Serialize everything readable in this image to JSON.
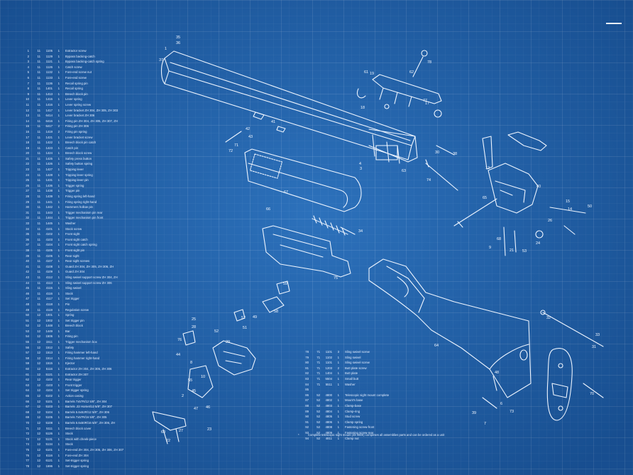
{
  "parts": [
    [
      "1",
      "11",
      "1105",
      "1",
      "Extractor screw"
    ],
    [
      "2",
      "11",
      "1129",
      "1",
      "Bypass backing-catch"
    ],
    [
      "3",
      "11",
      "1121",
      "1",
      "Bypass backing-catch spring"
    ],
    [
      "4",
      "11",
      "1126",
      "1",
      "Catch screw"
    ],
    [
      "5",
      "11",
      "1132",
      "1",
      "Fore-end screw nut"
    ],
    [
      "6",
      "11",
      "1133",
      "1",
      "Fore-end screw"
    ],
    [
      "7",
      "11",
      "1136",
      "1",
      "Recoil spring pin"
    ],
    [
      "8",
      "11",
      "1401",
      "1",
      "Recoil spring"
    ],
    [
      "9",
      "11",
      "1413",
      "1",
      "Breech block pin"
    ],
    [
      "10",
      "11",
      "1415",
      "1",
      "Lever spring"
    ],
    [
      "11",
      "11",
      "1416",
      "1",
      "Lever spring screw"
    ],
    [
      "12",
      "11",
      "1417",
      "1",
      "Lever bracket ZH 304, ZH 305, ZH 303"
    ],
    [
      "13",
      "11",
      "6414",
      "1",
      "Lever bracket ZH 306"
    ],
    [
      "14",
      "11",
      "6416",
      "1",
      "Firing pin ZH 304, ZH 305, ZH 307, ZH"
    ],
    [
      "15",
      "11",
      "6417",
      "2",
      "Firing pin ZH 306"
    ],
    [
      "16",
      "11",
      "1419",
      "2",
      "Firing pin spring"
    ],
    [
      "17",
      "11",
      "1421",
      "1",
      "Lever bracket screw"
    ],
    [
      "18",
      "11",
      "1422",
      "1",
      "Breech block pin catch"
    ],
    [
      "19",
      "11",
      "1423",
      "1",
      "Catch pin"
    ],
    [
      "20",
      "11",
      "1424",
      "1",
      "Breech block screw"
    ],
    [
      "21",
      "11",
      "1425",
      "1",
      "Safety press button"
    ],
    [
      "22",
      "11",
      "1426",
      "1",
      "Safety button spring"
    ],
    [
      "23",
      "11",
      "1427",
      "1",
      "Tripping lever"
    ],
    [
      "24",
      "11",
      "1428",
      "1",
      "Tripping lever spring"
    ],
    [
      "25",
      "11",
      "1431",
      "1",
      "Tripping lever pin"
    ],
    [
      "26",
      "11",
      "1436",
      "1",
      "Trigger spring"
    ],
    [
      "27",
      "11",
      "1438",
      "1",
      "Trigger pin"
    ],
    [
      "28",
      "11",
      "1439",
      "1",
      "Firing spring left-hand"
    ],
    [
      "29",
      "11",
      "1441",
      "1",
      "Firing spring right-hand"
    ],
    [
      "30",
      "11",
      "1442",
      "1",
      "Hammers hollow pin"
    ],
    [
      "31",
      "11",
      "1443",
      "1",
      "Trigger mechanism pin rear"
    ],
    [
      "32",
      "11",
      "1444",
      "1",
      "Trigger mechanism pin front"
    ],
    [
      "33",
      "11",
      "1445",
      "1",
      "Washer"
    ],
    [
      "34",
      "11",
      "4101",
      "1",
      "Stock screw"
    ],
    [
      "35",
      "11",
      "4102",
      "1",
      "Front sight"
    ],
    [
      "36",
      "11",
      "4103",
      "1",
      "Front sight catch"
    ],
    [
      "37",
      "11",
      "4104",
      "1",
      "Front sight catch spring"
    ],
    [
      "38",
      "11",
      "4105",
      "1",
      "Front sight pin"
    ],
    [
      "39",
      "11",
      "4106",
      "1",
      "Rear sight"
    ],
    [
      "40",
      "11",
      "4107",
      "1",
      "Rear sight screws"
    ],
    [
      "41",
      "11",
      "4108",
      "1",
      "Guard ZH 304, ZH 305, ZH 306, ZH"
    ],
    [
      "42",
      "11",
      "4109",
      "1",
      "Guard ZH 304"
    ],
    [
      "43",
      "11",
      "4112",
      "1",
      "Sling swivel support screw ZH 304, ZH"
    ],
    [
      "44",
      "11",
      "4113",
      "1",
      "Sling swivel support screw ZH 306"
    ],
    [
      "45",
      "11",
      "4115",
      "1",
      "Sling swivel"
    ],
    [
      "46",
      "11",
      "4116",
      "1",
      "Stock"
    ],
    [
      "47",
      "11",
      "4117",
      "1",
      "Set trigger"
    ],
    [
      "48",
      "11",
      "4118",
      "1",
      "Pin"
    ],
    [
      "49",
      "11",
      "4119",
      "1",
      "Regulation screw"
    ],
    [
      "50",
      "12",
      "1001",
      "1",
      "Spring"
    ],
    [
      "51",
      "12",
      "1002",
      "1",
      "Set trigger pin"
    ],
    [
      "52",
      "12",
      "1448",
      "1",
      "Breech block"
    ],
    [
      "53",
      "12",
      "1449",
      "1",
      "Bar"
    ],
    [
      "54",
      "12",
      "1506",
      "1",
      "Firing pin"
    ],
    [
      "55",
      "12",
      "1511",
      "1",
      "Trigger mechanism box"
    ],
    [
      "56",
      "12",
      "1512",
      "1",
      "Safety"
    ],
    [
      "57",
      "12",
      "1513",
      "1",
      "Firing hammer left-hand"
    ],
    [
      "58",
      "12",
      "1514",
      "1",
      "Firing hammer right-hand"
    ],
    [
      "59",
      "12",
      "1515",
      "1",
      "Ejector"
    ],
    [
      "60",
      "12",
      "5116",
      "1",
      "Extractor ZH 304, ZH 305, ZH 306"
    ],
    [
      "61",
      "12",
      "5121",
      "1",
      "Extractor ZH 307"
    ],
    [
      "62",
      "12",
      "4102",
      "1",
      "Rear trigger"
    ],
    [
      "63",
      "12",
      "4103",
      "1",
      "Front trigger"
    ],
    [
      "64",
      "12",
      "4104",
      "1",
      "Set trigger spring"
    ],
    [
      "65",
      "12",
      "6102",
      "1",
      "Action casing"
    ],
    [
      "66",
      "12",
      "5101",
      "1",
      "Barrels 7x57R/12 5/8\", ZH 304"
    ],
    [
      "67",
      "12",
      "5103",
      "1",
      "Barrels .22 Hornet/12 5/8\", ZH 307"
    ],
    [
      "68",
      "12",
      "5104",
      "1",
      "Barrels 5.6x52R/12 5/8\", ZH 306"
    ],
    [
      "69",
      "12",
      "5105",
      "1",
      "Barrels 7x57R/16 5/8\", ZH 305"
    ],
    [
      "70",
      "12",
      "5108",
      "1",
      "Barrels 5.6x50R/16 5/8\", ZH 306, ZH"
    ],
    [
      "71",
      "12",
      "5111",
      "1",
      "Breech block cover"
    ],
    [
      "72",
      "12",
      "5126",
      "1",
      "Stock"
    ],
    [
      "73",
      "12",
      "5131",
      "1",
      "Stock with cheek-piece"
    ],
    [
      "74",
      "12",
      "5134",
      "1",
      "Stock"
    ],
    [
      "75",
      "12",
      "6101",
      "1",
      "Fore-end ZH 304, ZH 305, ZH 306, ZH 307"
    ],
    [
      "76",
      "12",
      "6116",
      "1",
      "Fore-end ZH 304"
    ],
    [
      "77",
      "12",
      "6121",
      "1",
      "Set-trigger spring"
    ],
    [
      "78",
      "12",
      "1696",
      "1",
      "Set-trigger spring"
    ]
  ],
  "parts_secondary": [
    [
      "78",
      "71",
      "1101",
      "3",
      "Sling swivel screw"
    ],
    [
      "79",
      "71",
      "1102",
      "1",
      "Sling swivel"
    ],
    [
      "80",
      "71",
      "1101",
      "1",
      "Sling swivel screw"
    ],
    [
      "81",
      "71",
      "1203",
      "2",
      "Butt plate screw"
    ],
    [
      "82",
      "71",
      "1404",
      "1",
      "Butt plate"
    ],
    [
      "83",
      "71",
      "5504",
      "1",
      "Small butt"
    ],
    [
      "84",
      "71",
      "5511",
      "1",
      "Washer"
    ],
    [
      "85",
      "",
      "",
      "",
      ""
    ],
    [
      "86",
      "52",
      "4800",
      "1",
      "Telescopic sight mount complete"
    ],
    [
      "87",
      "52",
      "4802",
      "1",
      "Mount's base"
    ],
    [
      "88",
      "52",
      "4803",
      "1",
      "Clamp-base"
    ],
    [
      "89",
      "52",
      "4804",
      "1",
      "Clamp-ring"
    ],
    [
      "90",
      "52",
      "4805",
      "1",
      "Stud screw"
    ],
    [
      "91",
      "52",
      "4806",
      "1",
      "Clamp spring"
    ],
    [
      "92",
      "52",
      "4808",
      "1",
      "Fastening screw-front"
    ],
    [
      "93",
      "52",
      "4809",
      "1",
      "Fastening screw-rear"
    ],
    [
      "94",
      "52",
      "4811",
      "1",
      "Clamp nut"
    ]
  ],
  "footnote": {
    "marker": "*",
    "text": "Complete telescopic sight mount (48 4800) comprises all assemblies parts and can be ordered as a unit"
  },
  "callouts": [
    {
      "t": "35"
    },
    {
      "t": "36"
    },
    {
      "t": "37"
    },
    {
      "t": "1"
    },
    {
      "t": "41"
    },
    {
      "t": "43"
    },
    {
      "t": "42"
    },
    {
      "t": "72"
    },
    {
      "t": "71"
    },
    {
      "t": "67"
    },
    {
      "t": "17"
    },
    {
      "t": "18"
    },
    {
      "t": "19"
    },
    {
      "t": "61"
    },
    {
      "t": "62"
    },
    {
      "t": "77"
    },
    {
      "t": "78"
    },
    {
      "t": "30"
    },
    {
      "t": "63"
    },
    {
      "t": "3"
    },
    {
      "t": "4"
    },
    {
      "t": "38"
    },
    {
      "t": "74"
    },
    {
      "t": "12"
    },
    {
      "t": "65"
    },
    {
      "t": "40"
    },
    {
      "t": "15"
    },
    {
      "t": "14"
    },
    {
      "t": "50"
    },
    {
      "t": "26"
    },
    {
      "t": "24"
    },
    {
      "t": "21"
    },
    {
      "t": "53"
    },
    {
      "t": "9"
    },
    {
      "t": "68"
    },
    {
      "t": "34"
    },
    {
      "t": "64"
    },
    {
      "t": "32"
    },
    {
      "t": "33"
    },
    {
      "t": "31"
    },
    {
      "t": "70"
    },
    {
      "t": "73"
    },
    {
      "t": "25"
    },
    {
      "t": "28"
    },
    {
      "t": "29"
    },
    {
      "t": "66"
    },
    {
      "t": "52"
    },
    {
      "t": "51"
    },
    {
      "t": "59"
    },
    {
      "t": "58"
    },
    {
      "t": "57"
    },
    {
      "t": "49"
    },
    {
      "t": "55"
    },
    {
      "t": "10"
    },
    {
      "t": "8"
    },
    {
      "t": "44"
    },
    {
      "t": "45"
    },
    {
      "t": "46"
    },
    {
      "t": "60"
    },
    {
      "t": "23"
    },
    {
      "t": "22"
    },
    {
      "t": "27"
    },
    {
      "t": "2"
    },
    {
      "t": "47"
    },
    {
      "t": "48"
    },
    {
      "t": "6"
    },
    {
      "t": "7"
    },
    {
      "t": "39"
    },
    {
      "t": "75"
    },
    {
      "t": "76"
    }
  ],
  "colors": {
    "background": "#1f63ad",
    "line": "#eef5ff",
    "grid": "#ffffff"
  }
}
